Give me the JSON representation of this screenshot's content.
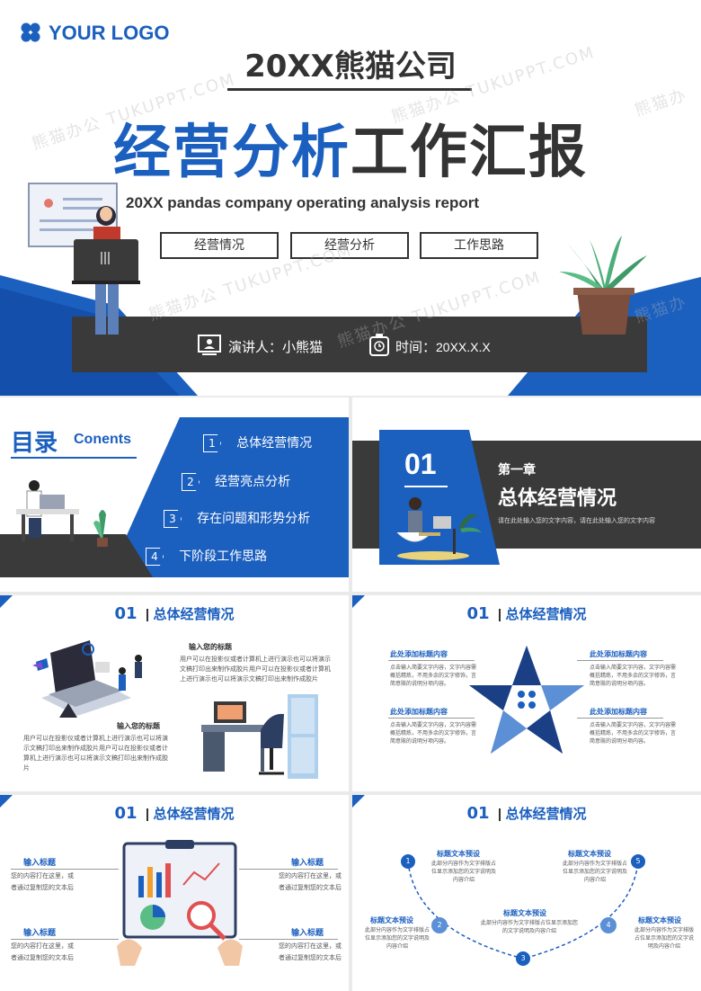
{
  "cover": {
    "logo": "YOUR LOGO",
    "company": "20XX熊猫公司",
    "title_blue": "经营分析",
    "title_dark": "工作汇报",
    "subtitle_en": "20XX pandas company operating analysis report",
    "tags": [
      "经营情况",
      "经营分析",
      "工作思路"
    ],
    "speaker": "演讲人：小熊猫",
    "time_label": "时间：",
    "time_value": "20XX.X.X"
  },
  "toc": {
    "title": "目录",
    "title_en": "Conents",
    "items": [
      {
        "num": "1",
        "label": "总体经营情况"
      },
      {
        "num": "2",
        "label": "经营亮点分析"
      },
      {
        "num": "3",
        "label": "存在问题和形势分析"
      },
      {
        "num": "4",
        "label": "下阶段工作思路"
      }
    ]
  },
  "chapter": {
    "num": "01",
    "chapter_label": "第一章",
    "title": "总体经营情况",
    "desc": "请在此处输入您的文字内容，请在此处输入您的文字内容"
  },
  "slide3": {
    "num": "01",
    "heading": "总体经营情况",
    "block1_title": "输入您的标题",
    "block1_text": "用户可以在投影仪或者计算机上进行演示也可以将演示文稿打印出来制作成胶片用户可以在投影仪或者计算机上进行演示也可以将演示文稿打印出来制作成胶片",
    "block2_title": "输入您的标题",
    "block2_text": "用户可以在投影仪或者计算机上进行演示也可以将演示文稿打印出来制作成胶片用户可以在投影仪或者计算机上进行演示也可以将演示文稿打印出来制作成胶片"
  },
  "slide4": {
    "num": "01",
    "heading": "总体经营情况",
    "items": [
      {
        "title": "此处添加标题内容",
        "text": "点击输入简要文字内容，文字内容需概括精炼，不用多余的文字修饰，言简意赅的说明分项内容。"
      },
      {
        "title": "此处添加标题内容",
        "text": "点击输入简要文字内容，文字内容需概括精炼，不用多余的文字修饰，言简意赅的说明分项内容。"
      },
      {
        "title": "此处添加标题内容",
        "text": "点击输入简要文字内容，文字内容需概括精炼，不用多余的文字修饰，言简意赅的说明分项内容。"
      },
      {
        "title": "此处添加标题内容",
        "text": "点击输入简要文字内容，文字内容需概括精炼，不用多余的文字修饰，言简意赅的说明分项内容。"
      }
    ]
  },
  "slide5": {
    "num": "01",
    "heading": "总体经营情况",
    "items": [
      {
        "title": "输入标题",
        "text": "您的内容打在这里，或者通过复制您的文本后"
      },
      {
        "title": "输入标题",
        "text": "您的内容打在这里，或者通过复制您的文本后"
      },
      {
        "title": "输入标题",
        "text": "您的内容打在这里，或者通过复制您的文本后"
      },
      {
        "title": "输入标题",
        "text": "您的内容打在这里，或者通过复制您的文本后"
      }
    ]
  },
  "slide6": {
    "num": "01",
    "heading": "总体经营情况",
    "items": [
      {
        "n": "1",
        "title": "标题文本预设",
        "text": "此部分内容作为文字排版占位显示添加您的文字说明及内容介绍"
      },
      {
        "n": "2",
        "title": "标题文本预设",
        "text": "此部分内容作为文字排版占位显示添加您的文字说明及内容介绍"
      },
      {
        "n": "3",
        "title": "标题文本预设",
        "text": "此部分内容作为文字排版占位显示添加您的文字说明及内容介绍"
      },
      {
        "n": "4",
        "title": "标题文本预设",
        "text": "此部分内容作为文字排版占位显示添加您的文字说明及内容介绍"
      },
      {
        "n": "5",
        "title": "标题文本预设",
        "text": "此部分内容作为文字排版占位显示添加您的文字说明及内容介绍"
      }
    ]
  },
  "watermark": {
    "text": "熊猫办公 TUKUPPT.COM",
    "short": "熊猫办"
  },
  "colors": {
    "accent": "#1b5fbf",
    "dark": "#3a3a3a"
  }
}
